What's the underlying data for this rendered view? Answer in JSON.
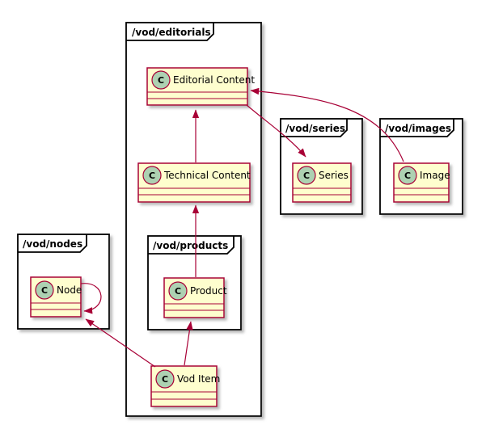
{
  "diagram": {
    "type": "uml-class-diagram",
    "icon_letter": "C",
    "colors": {
      "class_fill": "#FEFECE",
      "class_border": "#A80036",
      "icon_fill": "#ADD1B2",
      "package_border": "#000000",
      "arrow": "#A80036",
      "background": "#FFFFFF"
    },
    "packages": [
      {
        "name": "/vod/editorials"
      },
      {
        "name": "/vod/series"
      },
      {
        "name": "/vod/images"
      },
      {
        "name": "/vod/nodes"
      },
      {
        "name": "/vod/products"
      }
    ],
    "classes": [
      {
        "name": "Editorial Content",
        "package": "/vod/editorials"
      },
      {
        "name": "Technical Content",
        "package": "/vod/editorials"
      },
      {
        "name": "Vod Item",
        "package": "/vod/editorials"
      },
      {
        "name": "Series",
        "package": "/vod/series"
      },
      {
        "name": "Image",
        "package": "/vod/images"
      },
      {
        "name": "Node",
        "package": "/vod/nodes"
      },
      {
        "name": "Product",
        "package": "/vod/products"
      }
    ],
    "relations": [
      {
        "from": "Technical Content",
        "to": "Editorial Content"
      },
      {
        "from": "Product",
        "to": "Technical Content"
      },
      {
        "from": "Vod Item",
        "to": "Product"
      },
      {
        "from": "Vod Item",
        "to": "Node"
      },
      {
        "from": "Node",
        "to": "Node"
      },
      {
        "from": "Editorial Content",
        "to": "Series"
      },
      {
        "from": "Image",
        "to": "Editorial Content"
      }
    ]
  }
}
